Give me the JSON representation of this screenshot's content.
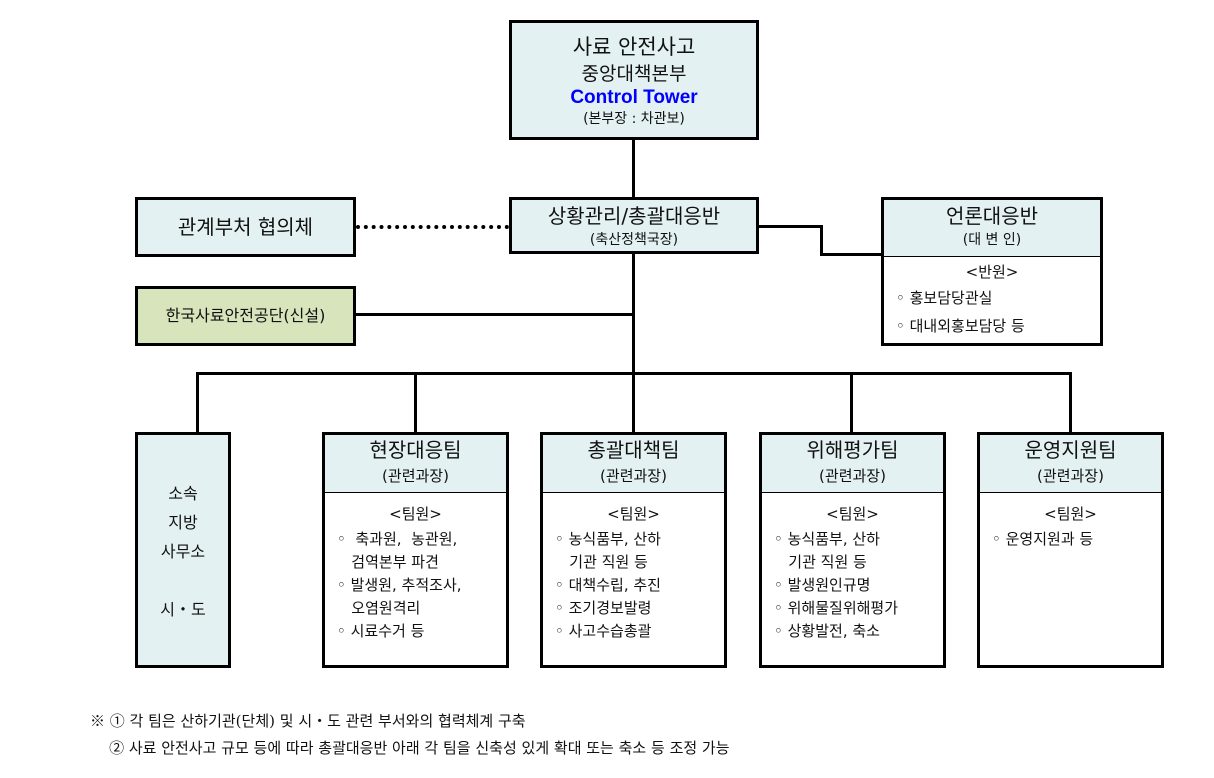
{
  "top": {
    "line1": "사료 안전사고",
    "line2": "중앙대책본부",
    "line3": "Control Tower",
    "line4": "(본부장 : 차관보)",
    "accent": "#0000ff"
  },
  "situation": {
    "title": "상황관리/총괄대응반",
    "sub": "(축산정책국장)"
  },
  "ministries": {
    "title": "관계부처 협의체"
  },
  "agency": {
    "title": "한국사료안전공단(신설)",
    "color": "#d7e4bc"
  },
  "press": {
    "title": "언론대응반",
    "sub": "(대 변 인)",
    "members_label": "<반원>",
    "items": [
      "◦ 홍보담당관실",
      "◦ 대내외홍보담당 등"
    ]
  },
  "regional": {
    "lines": [
      "소속",
      "지방",
      "사무소",
      "시・도"
    ]
  },
  "teams": [
    {
      "title": "현장대응팀",
      "sub": "(관련과장)",
      "members_label": "<팀원>",
      "items": [
        "◦  축과원,  농관원,",
        "   검역본부 파견",
        "◦ 발생원, 추적조사,",
        "   오염원격리",
        "◦ 시료수거 등"
      ]
    },
    {
      "title": "총괄대책팀",
      "sub": "(관련과장)",
      "members_label": "<팀원>",
      "items": [
        "◦ 농식품부, 산하",
        "   기관 직원 등",
        "◦ 대책수립, 추진",
        "◦ 조기경보발령",
        "◦ 사고수습총괄"
      ]
    },
    {
      "title": "위해평가팀",
      "sub": "(관련과장)",
      "members_label": "<팀원>",
      "items": [
        "◦ 농식품부, 산하",
        "   기관 직원 등",
        "◦ 발생원인규명",
        "◦ 위해물질위해평가",
        "◦ 상황발전, 축소"
      ]
    },
    {
      "title": "운영지원팀",
      "sub": "(관련과장)",
      "members_label": "<팀원>",
      "items": [
        "◦ 운영지원과 등"
      ]
    }
  ],
  "notes": [
    "※ ① 각 팀은 산하기관(단체) 및 시・도 관련 부서와의 협력체계 구축",
    "    ② 사료 안전사고 규모 등에 따라 총괄대응반 아래 각 팀을 신축성 있게 확대 또는 축소 등 조정 가능"
  ]
}
